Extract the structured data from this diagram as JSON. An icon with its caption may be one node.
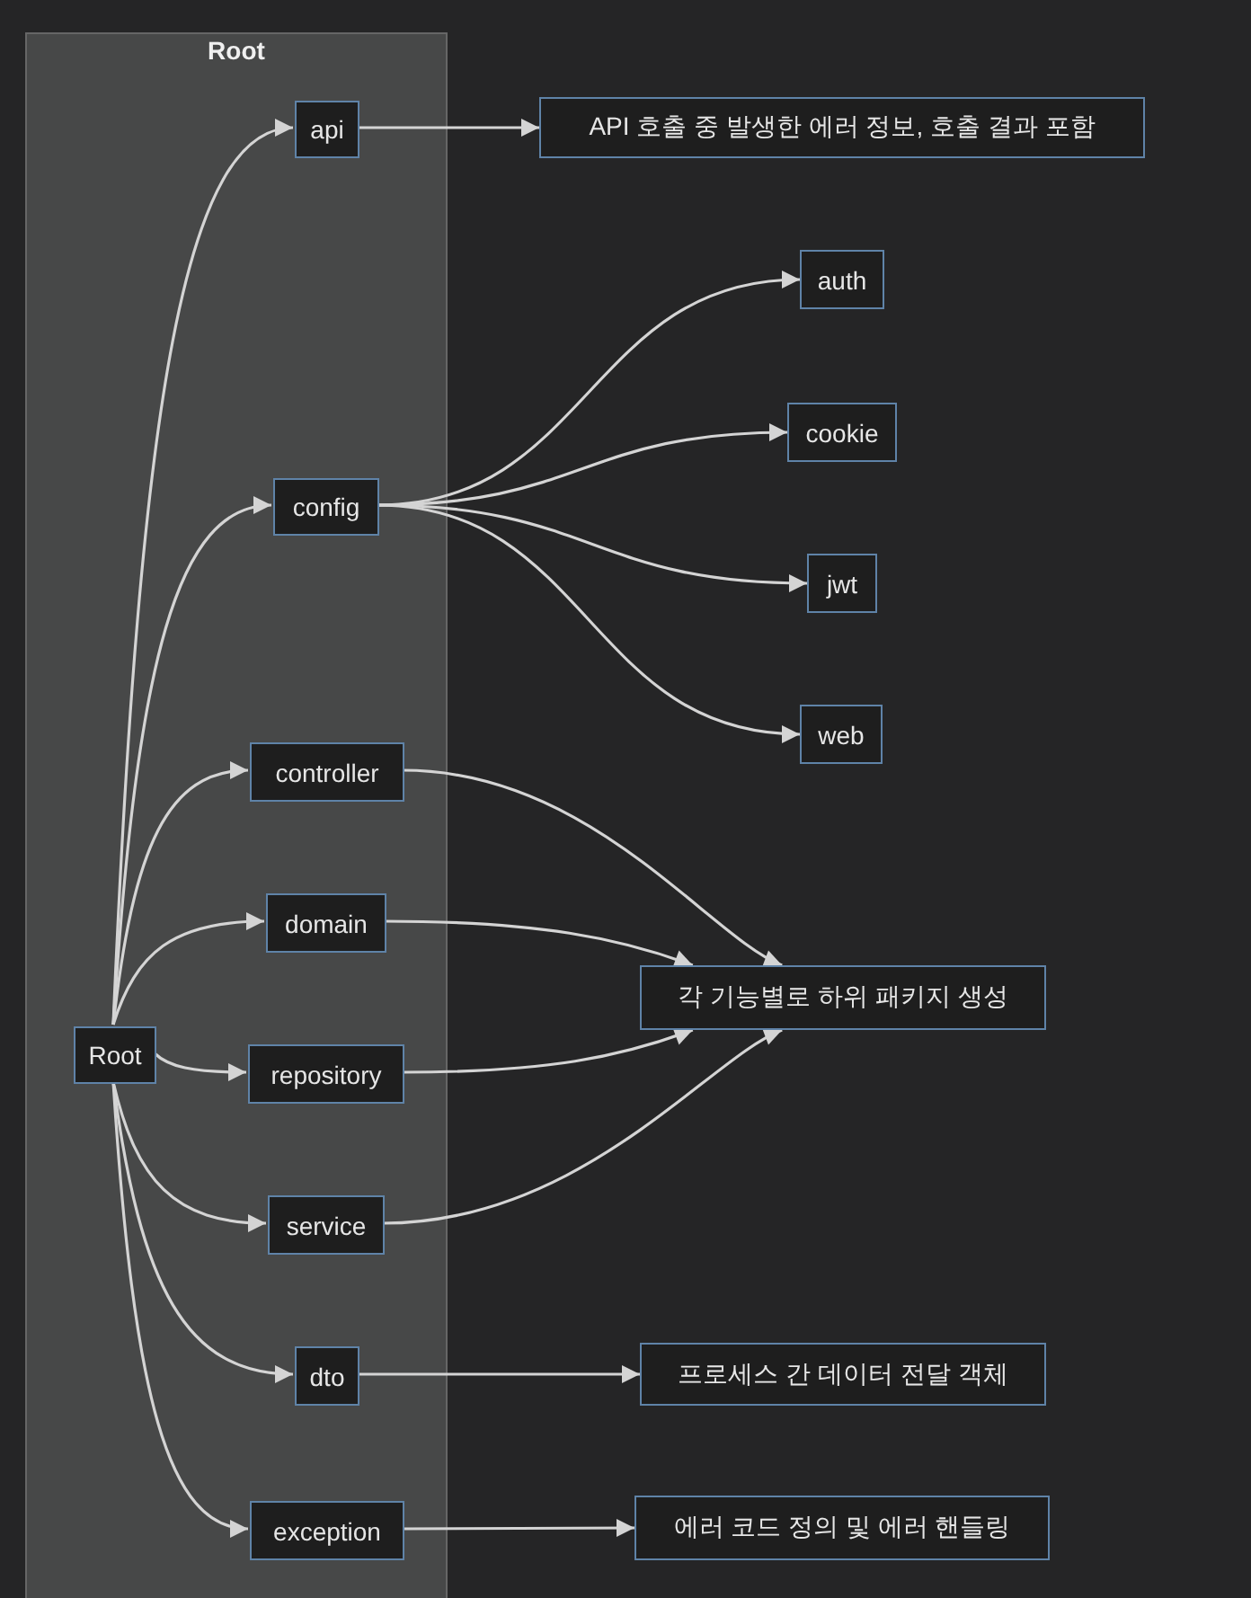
{
  "diagram": {
    "nodes": [
      {
        "text": [
          "Root"
        ]
      },
      {
        "text": [
          "Root"
        ],
        "in": 0
      },
      {
        "text": [
          "api"
        ],
        "in": 0
      },
      {
        "text": [
          "config"
        ],
        "in": 0
      },
      {
        "text": [
          "controller"
        ],
        "in": 0
      },
      {
        "text": [
          "domain"
        ],
        "in": 0
      },
      {
        "text": [
          "repository"
        ],
        "in": 0
      },
      {
        "text": [
          "service"
        ],
        "in": 0
      },
      {
        "text": [
          "dto"
        ],
        "in": 0
      },
      {
        "text": [
          "exception"
        ],
        "in": 0
      },
      {
        "text": [
          "API 호출 중 발생한 에러 정보, 호출 결과 포함"
        ]
      },
      {
        "text": [
          "auth"
        ]
      },
      {
        "text": [
          "cookie"
        ]
      },
      {
        "text": [
          "jwt"
        ]
      },
      {
        "text": [
          "web"
        ]
      },
      {
        "text": [
          "각 기능별로 하위 패키지 생성"
        ]
      },
      {
        "text": [
          "프로세스 간 데이터 전달 객체"
        ]
      },
      {
        "text": [
          "에러 코드 정의 및 에러 핸들링"
        ]
      }
    ],
    "edges": [
      {
        "from": 1,
        "to": 2,
        "arrow": "to"
      },
      {
        "from": 1,
        "to": 3,
        "arrow": "to"
      },
      {
        "from": 1,
        "to": 4,
        "arrow": "to"
      },
      {
        "from": 1,
        "to": 5,
        "arrow": "to"
      },
      {
        "from": 1,
        "to": 6,
        "arrow": "to"
      },
      {
        "from": 1,
        "to": 7,
        "arrow": "to"
      },
      {
        "from": 1,
        "to": 8,
        "arrow": "to"
      },
      {
        "from": 1,
        "to": 9,
        "arrow": "to"
      },
      {
        "from": 2,
        "to": 10,
        "arrow": "to"
      },
      {
        "from": 3,
        "to": 11,
        "arrow": "to"
      },
      {
        "from": 3,
        "to": 12,
        "arrow": "to"
      },
      {
        "from": 3,
        "to": 13,
        "arrow": "to"
      },
      {
        "from": 3,
        "to": 14,
        "arrow": "to"
      },
      {
        "from": 4,
        "to": 15,
        "arrow": "to"
      },
      {
        "from": 5,
        "to": 15,
        "arrow": "to"
      },
      {
        "from": 6,
        "to": 15,
        "arrow": "to"
      },
      {
        "from": 7,
        "to": 15,
        "arrow": "to"
      },
      {
        "from": 8,
        "to": 16,
        "arrow": "to"
      },
      {
        "from": 9,
        "to": 17,
        "arrow": "to"
      }
    ]
  }
}
